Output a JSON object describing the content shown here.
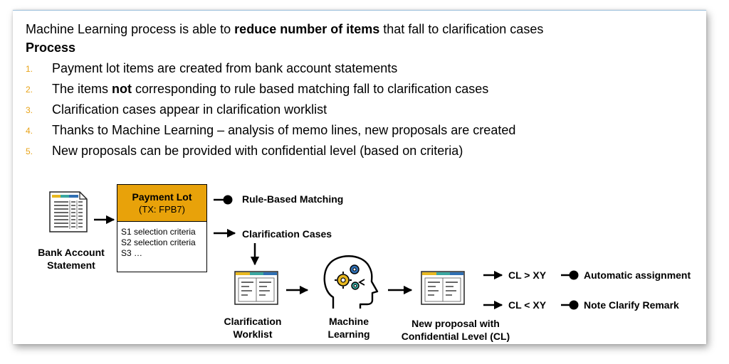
{
  "headline": {
    "before": "Machine Learning process is able to ",
    "bold": "reduce number of items",
    "after": " that fall to clarification cases"
  },
  "process_title": "Process",
  "steps": [
    {
      "num": "1.",
      "text": "Payment lot items are created from bank account statements"
    },
    {
      "num": "2.",
      "before": "The items ",
      "bold": "not",
      "after": " corresponding to rule based matching fall to clarification cases"
    },
    {
      "num": "3.",
      "text": "Clarification cases appear in clarification worklist"
    },
    {
      "num": "4.",
      "text": "Thanks to Machine Learning – analysis of memo lines, new proposals are created"
    },
    {
      "num": "5.",
      "text": "New proposals can be provided with confidential level (based on criteria)"
    }
  ],
  "diagram": {
    "bank_statement": {
      "line1": "Bank Account",
      "line2": "Statement"
    },
    "payment_lot": {
      "title": "Payment Lot",
      "subtitle": "(TX: FPB7)",
      "criteria": [
        "S1 selection criteria",
        "S2 selection criteria",
        "S3 …"
      ]
    },
    "rule_based_matching": "Rule-Based Matching",
    "clarification_cases": "Clarification Cases",
    "clarification_worklist": {
      "line1": "Clarification",
      "line2": "Worklist"
    },
    "machine_learning": {
      "line1": "Machine",
      "line2": "Learning"
    },
    "new_proposal": {
      "line1": "New proposal with",
      "line2": "Confidential Level (CL)"
    },
    "cl_greater": "CL > XY",
    "cl_less": "CL < XY",
    "automatic_assignment": "Automatic assignment",
    "note_clarify_remark": "Note Clarify Remark"
  },
  "colors": {
    "accent_orange": "#e8a20a",
    "number_orange": "#e8a317",
    "icon_blue": "#2f6fb3",
    "icon_teal": "#3aa7a0",
    "icon_yellow": "#e8b820"
  }
}
